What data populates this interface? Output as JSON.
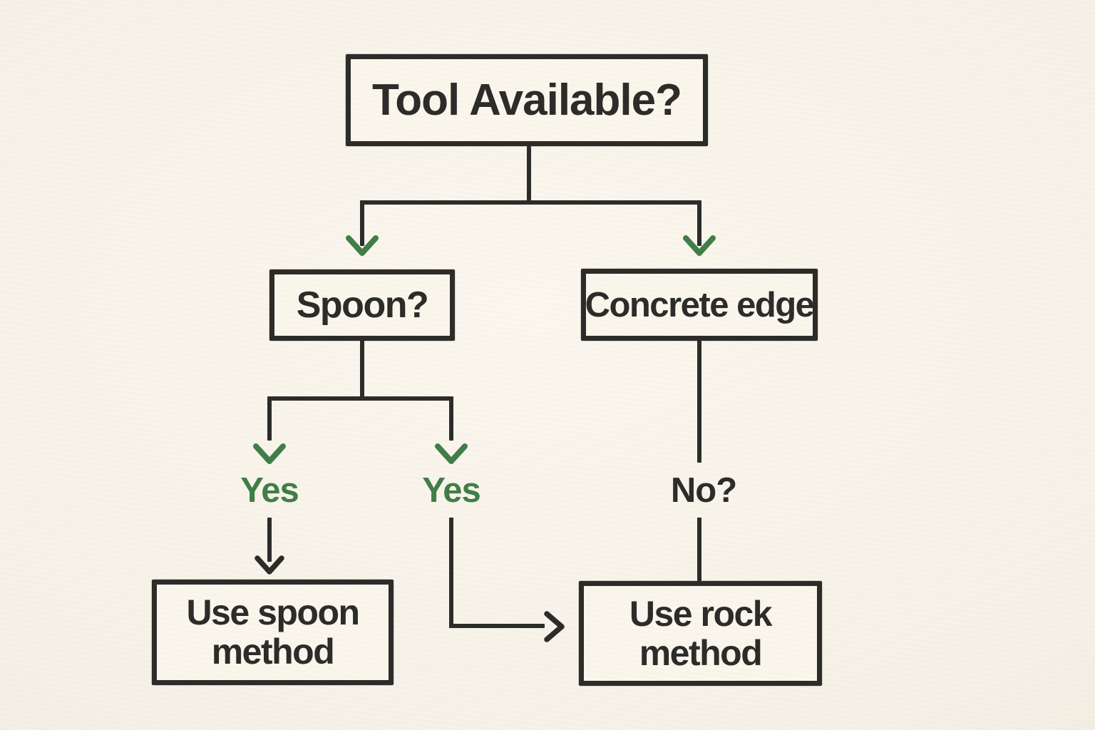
{
  "colors": {
    "bg": "#f6f1e7",
    "boxfill": "#faf6ec",
    "ink": "#2a2a27",
    "green": "#3f7d46"
  },
  "nodes": {
    "root": {
      "label": "Tool Available?"
    },
    "spoon": {
      "label": "Spoon?"
    },
    "concrete": {
      "label": "Concrete edge"
    },
    "spoon_method": {
      "label": "Use spoon method"
    },
    "rock_method": {
      "label": "Use rock method"
    }
  },
  "edge_labels": {
    "yes_left": "Yes",
    "yes_right": "Yes",
    "no": "No?"
  },
  "icons": {
    "branch_arrowheads": "arrowhead-down-icon",
    "merge_arrowhead": "arrowhead-right-icon"
  }
}
